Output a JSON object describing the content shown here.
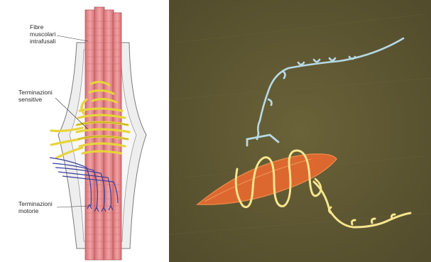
{
  "labels": {
    "intrafusal": "Fibre\nmuscolari\nintrafusali",
    "sensory": "Terminazioni\nsensitive",
    "motor": "Terminazioni\nmotorie"
  },
  "colors": {
    "muscle_fiber": "#e8878a",
    "muscle_fiber_dark": "#c96468",
    "capsule": "#e6e6e6",
    "sensory_ending": "#f2e35a",
    "motor_ending": "#3b3fa0",
    "photo_background": "#5e5631",
    "nerve_blue": "#a9d2e2",
    "coil_yellow": "#f4e38a",
    "fiber_orange": "#ec5b2a"
  }
}
